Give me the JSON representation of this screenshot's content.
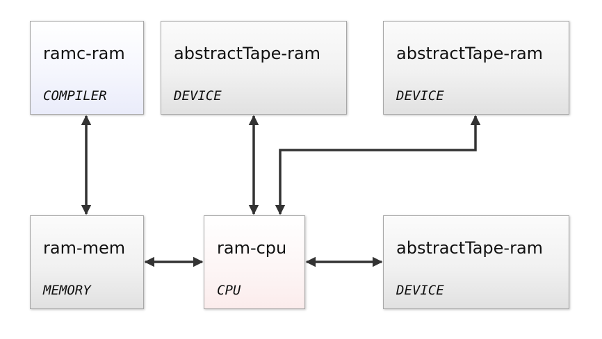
{
  "diagram": {
    "nodes": [
      {
        "id": "compiler",
        "name": "ramc-ram",
        "kind": "COMPILER"
      },
      {
        "id": "tape1",
        "name": "abstractTape-ram",
        "kind": "DEVICE"
      },
      {
        "id": "tape2",
        "name": "abstractTape-ram",
        "kind": "DEVICE"
      },
      {
        "id": "mem",
        "name": "ram-mem",
        "kind": "MEMORY"
      },
      {
        "id": "cpu",
        "name": "ram-cpu",
        "kind": "CPU"
      },
      {
        "id": "tape3",
        "name": "abstractTape-ram",
        "kind": "DEVICE"
      }
    ],
    "edges": [
      {
        "from": "compiler",
        "to": "mem",
        "direction": "both"
      },
      {
        "from": "tape1",
        "to": "cpu",
        "direction": "both"
      },
      {
        "from": "tape2",
        "to": "cpu",
        "direction": "both"
      },
      {
        "from": "mem",
        "to": "cpu",
        "direction": "both"
      },
      {
        "from": "cpu",
        "to": "tape3",
        "direction": "both"
      }
    ],
    "colors": {
      "compiler_fill": "#eaecfa",
      "cpu_fill": "#fbecec",
      "default_fill": "#e1e1e1",
      "border": "#a7a7a7",
      "connector": "#333333"
    }
  }
}
